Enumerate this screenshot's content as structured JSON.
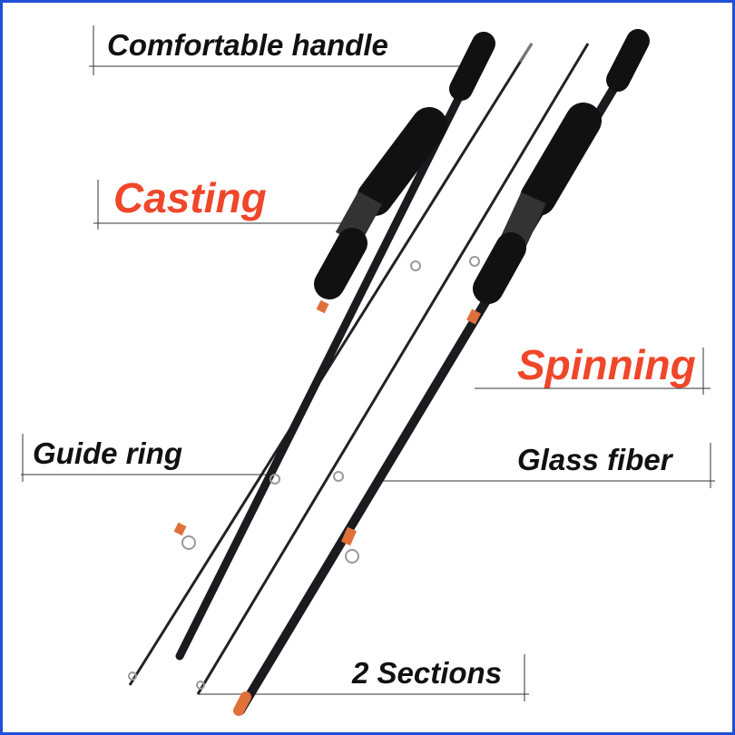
{
  "labels": {
    "handle": "Comfortable handle",
    "casting": "Casting",
    "spinning": "Spinning",
    "guide_ring": "Guide ring",
    "glass_fiber": "Glass fiber",
    "sections": "2 Sections"
  },
  "colors": {
    "border": "#1f4fd6",
    "accent": "#f0462a",
    "rod": "#1b1b1f",
    "ring": "#e0703a"
  }
}
